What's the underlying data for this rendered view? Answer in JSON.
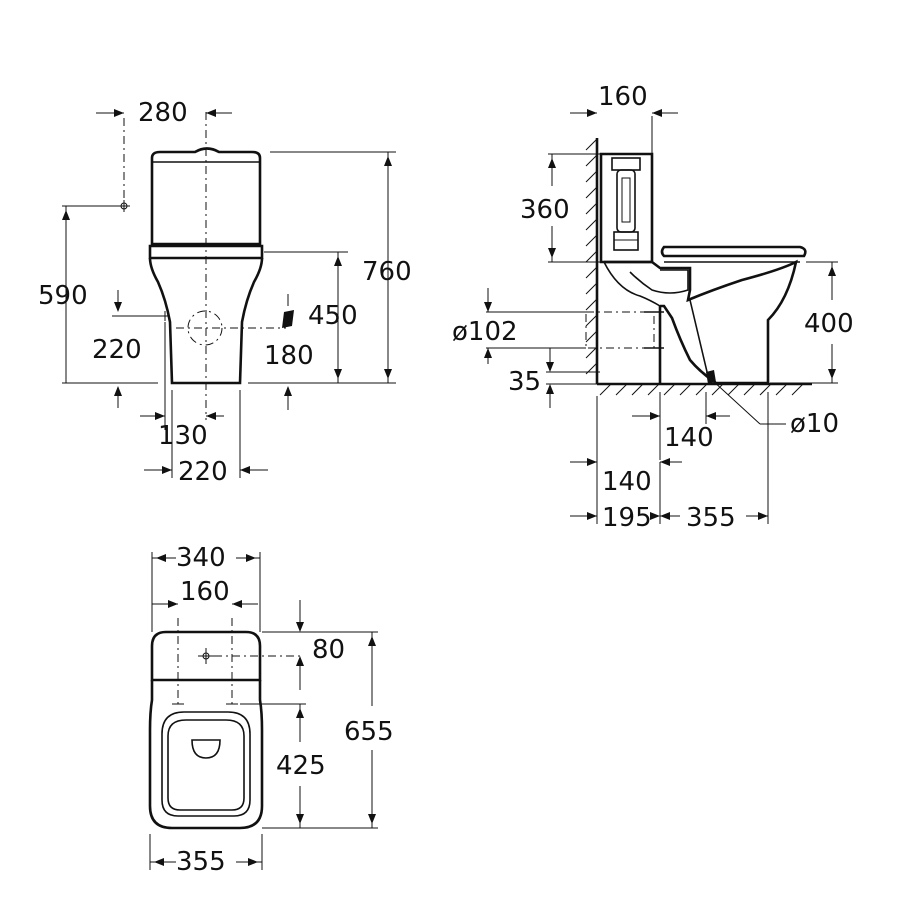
{
  "front_view": {
    "width_280": "280",
    "height_760": "760",
    "height_590": "590",
    "height_450": "450",
    "height_220": "220",
    "height_180": "180",
    "offset_130": "130",
    "width_220": "220"
  },
  "side_view": {
    "depth_160": "160",
    "cistern_360": "360",
    "height_400": "400",
    "outlet_diameter": "ø102",
    "height_35": "35",
    "hole_diameter": "ø10",
    "dist_140_a": "140",
    "dist_140_b": "140",
    "dist_195": "195",
    "dist_355": "355"
  },
  "top_view": {
    "width_340": "340",
    "holes_160": "160",
    "offset_80": "80",
    "length_655": "655",
    "length_425": "425",
    "width_355": "355"
  }
}
